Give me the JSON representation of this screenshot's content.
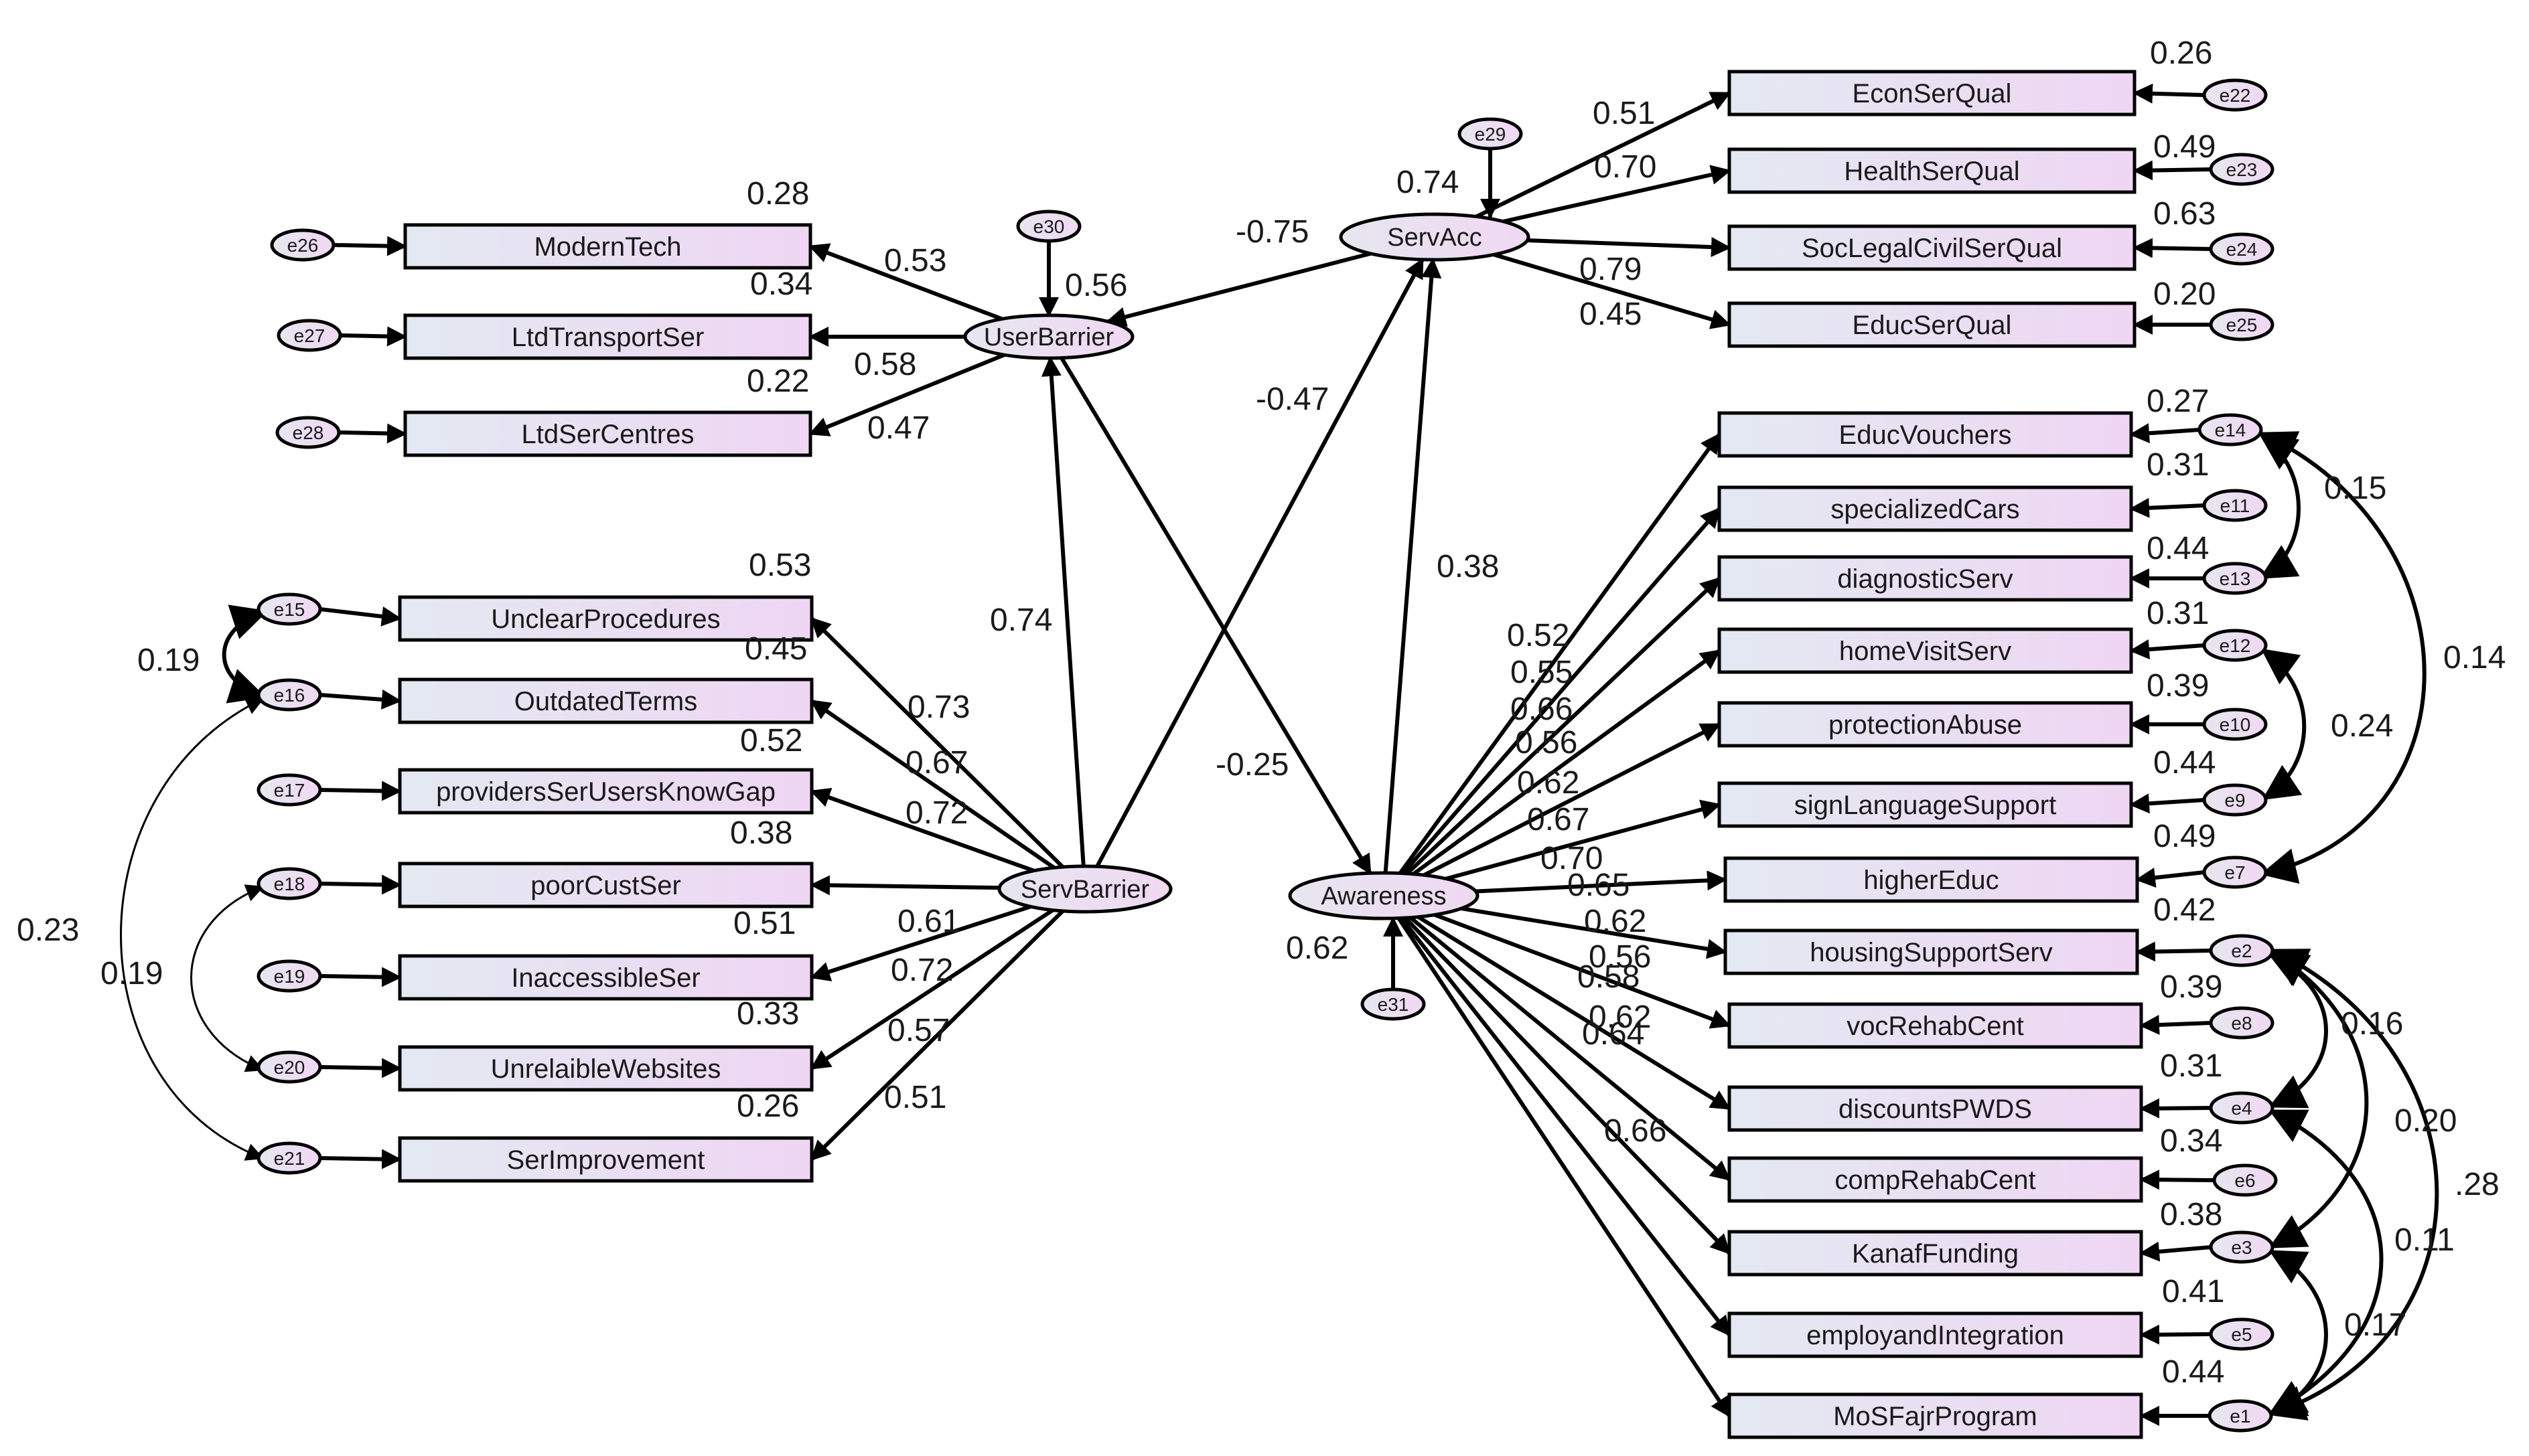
{
  "colors": {
    "box_fill_left": "#e4e8f2",
    "box_fill_right": "#ecd9f2",
    "ellipse_fill": "#ecdcef",
    "line": "#000000"
  },
  "latents": {
    "UserBarrier": "UserBarrier",
    "ServAcc": "ServAcc",
    "ServBarrier": "ServBarrier",
    "Awareness": "Awareness"
  },
  "indicators": {
    "ModernTech": "ModernTech",
    "LtdTransportSer": "LtdTransportSer",
    "LtdSerCentres": "LtdSerCentres",
    "UnclearProcedures": "UnclearProcedures",
    "OutdatedTerms": "OutdatedTerms",
    "providersSerUsersKnowGap": "providersSerUsersKnowGap",
    "poorCustSer": "poorCustSer",
    "InaccessibleSer": "InaccessibleSer",
    "UnrelaibleWebsites": "UnrelaibleWebsites",
    "SerImprovement": "SerImprovement",
    "EconSerQual": "EconSerQual",
    "HealthSerQual": "HealthSerQual",
    "SocLegalCivilSerQual": "SocLegalCivilSerQual",
    "EducSerQual": "EducSerQual",
    "EducVouchers": "EducVouchers",
    "specializedCars": "specializedCars",
    "diagnosticServ": "diagnosticServ",
    "homeVisitServ": "homeVisitServ",
    "protectionAbuse": "protectionAbuse",
    "signLanguageSupport": "signLanguageSupport",
    "higherEduc": "higherEduc",
    "housingSupportServ": "housingSupportServ",
    "vocRehabCent": "vocRehabCent",
    "discountsPWDS": "discountsPWDS",
    "compRehabCent": "compRehabCent",
    "KanafFunding": "KanafFunding",
    "employandIntegration": "employandIntegration",
    "MoSFajrProgram": "MoSFajrProgram"
  },
  "errors": {
    "e1": "e1",
    "e2": "e2",
    "e3": "e3",
    "e4": "e4",
    "e5": "e5",
    "e6": "e6",
    "e7": "e7",
    "e8": "e8",
    "e9": "e9",
    "e10": "e10",
    "e11": "e11",
    "e12": "e12",
    "e13": "e13",
    "e14": "e14",
    "e15": "e15",
    "e16": "e16",
    "e17": "e17",
    "e18": "e18",
    "e19": "e19",
    "e20": "e20",
    "e21": "e21",
    "e22": "e22",
    "e23": "e23",
    "e24": "e24",
    "e25": "e25",
    "e26": "e26",
    "e27": "e27",
    "e28": "e28",
    "e29": "e29",
    "e30": "e30",
    "e31": "e31"
  },
  "numbers": {
    "r2_ModernTech": "0.28",
    "ld_ModernTech": "0.53",
    "r2_LtdTransportSer": "0.34",
    "ld_LtdTransportSer": "0.58",
    "r2_LtdSerCentres": "0.22",
    "ld_LtdSerCentres": "0.47",
    "r2_UserBarrier": "0.56",
    "r2_ServAcc": "0.74",
    "path_UB_SA": "-0.75",
    "path_SB_SA": "-0.47",
    "path_AW_SA": "0.38",
    "path_SB_UB": "0.74",
    "path_UB_AW": "-0.25",
    "r2_Awareness": "0.62",
    "ld_EconSerQual": "0.51",
    "r2_EconSerQual": "0.26",
    "ld_HealthSerQual": "0.70",
    "r2_HealthSerQual": "0.49",
    "ld_SocLegalCivilSerQual": "0.79",
    "r2_SocLegalCivilSerQual": "0.63",
    "ld_EducSerQual": "0.45",
    "r2_EducSerQual": "0.20",
    "r2_UnclearProcedures": "0.53",
    "ld_UnclearProcedures": "0.73",
    "r2_OutdatedTerms": "0.45",
    "ld_OutdatedTerms": "0.67",
    "r2_providersSerUsersKnowGap": "0.52",
    "ld_providersSerUsersKnowGap": "0.72",
    "r2_poorCustSer": "0.38",
    "ld_poorCustSer": "0.61",
    "r2_InaccessibleSer": "0.51",
    "ld_InaccessibleSer": "0.72",
    "r2_UnrelaibleWebsites": "0.33",
    "ld_UnrelaibleWebsites": "0.57",
    "r2_SerImprovement": "0.26",
    "ld_SerImprovement": "0.51",
    "cov_e15_e16": "0.19",
    "cov_e16_e21": "0.23",
    "cov_e18_e20": "0.19",
    "r2_EducVouchers": "0.27",
    "ld_EducVouchers": "0.52",
    "r2_specializedCars": "0.31",
    "ld_specializedCars": "0.55",
    "r2_diagnosticServ": "0.44",
    "ld_diagnosticServ": "0.66",
    "r2_homeVisitServ": "0.31",
    "ld_homeVisitServ": "0.56",
    "r2_protectionAbuse": "0.39",
    "ld_protectionAbuse": "0.62",
    "r2_signLanguageSupport": "0.44",
    "ld_signLanguageSupport": "0.67",
    "r2_higherEduc": "0.49",
    "ld_higherEduc": "0.70",
    "r2_housingSupportServ": "0.42",
    "ld_housingSupportServ": "0.65",
    "r2_vocRehabCent": "0.39",
    "ld_vocRehabCent": "0.62",
    "r2_discountsPWDS": "0.31",
    "ld_discountsPWDS": "0.56",
    "r2_compRehabCent": "0.34",
    "ld_compRehabCent": "0.58",
    "r2_KanafFunding": "0.38",
    "ld_KanafFunding": "0.62",
    "r2_employandIntegration": "0.41",
    "ld_employandIntegration": "0.64",
    "r2_MoSFajrProgram": "0.44",
    "ld_MoSFajrProgram": "0.66",
    "cov_e14_e13": "0.15",
    "cov_e14_e7": "0.14",
    "cov_e12_e9": "0.24",
    "cov_e2_e4": "0.16",
    "cov_e2_e3": "0.20",
    "cov_e2_e1": ".28",
    "cov_e4_e1": "0.11",
    "cov_e3_e1": "0.17"
  }
}
